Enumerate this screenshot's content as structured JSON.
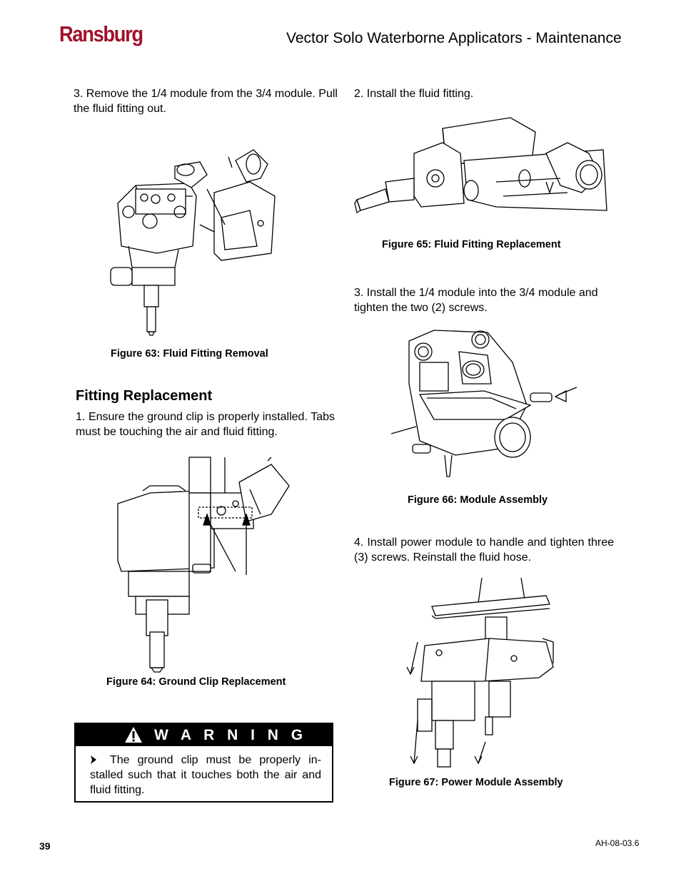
{
  "header": {
    "logo": "Ransburg",
    "title": "Vector Solo Waterborne Applicators - Maintenance"
  },
  "left_column": {
    "step3_text": "3.  Remove the 1/4 module from the 3/4 module. Pull the fluid fitting out.",
    "fig63_caption": "Figure 63: Fluid Fitting Removal",
    "section_heading": "Fitting Replacement",
    "step1_text": "1. Ensure the ground clip is properly installed. Tabs must be touching the air and fluid fitting.",
    "fig64_caption": "Figure 64:  Ground Clip Replacement",
    "warning": {
      "title": "W A R N I N G",
      "icon": "warning-triangle-icon",
      "bullet_icon": "arrowhead-bullet-icon",
      "text": "The ground clip must be properly in-stalled such that it touches both the air and fluid fitting."
    }
  },
  "right_column": {
    "step2_text": "2.  Install the fluid fitting.",
    "fig65_caption": "Figure 65:  Fluid Fitting Replacement",
    "step3_text": "3.  Install the 1/4 module into the 3/4 module and tighten the two (2) screws.",
    "fig66_caption": "Figure 66:  Module Assembly",
    "step4_text": "4.  Install power module to handle and tighten three (3) screws.  Reinstall the fluid hose.",
    "fig67_caption": "Figure 67:  Power Module Assembly"
  },
  "footer": {
    "page_number": "39",
    "doc_code": "AH-08-03.6"
  },
  "colors": {
    "brand": "#a0122b",
    "text": "#000000"
  }
}
